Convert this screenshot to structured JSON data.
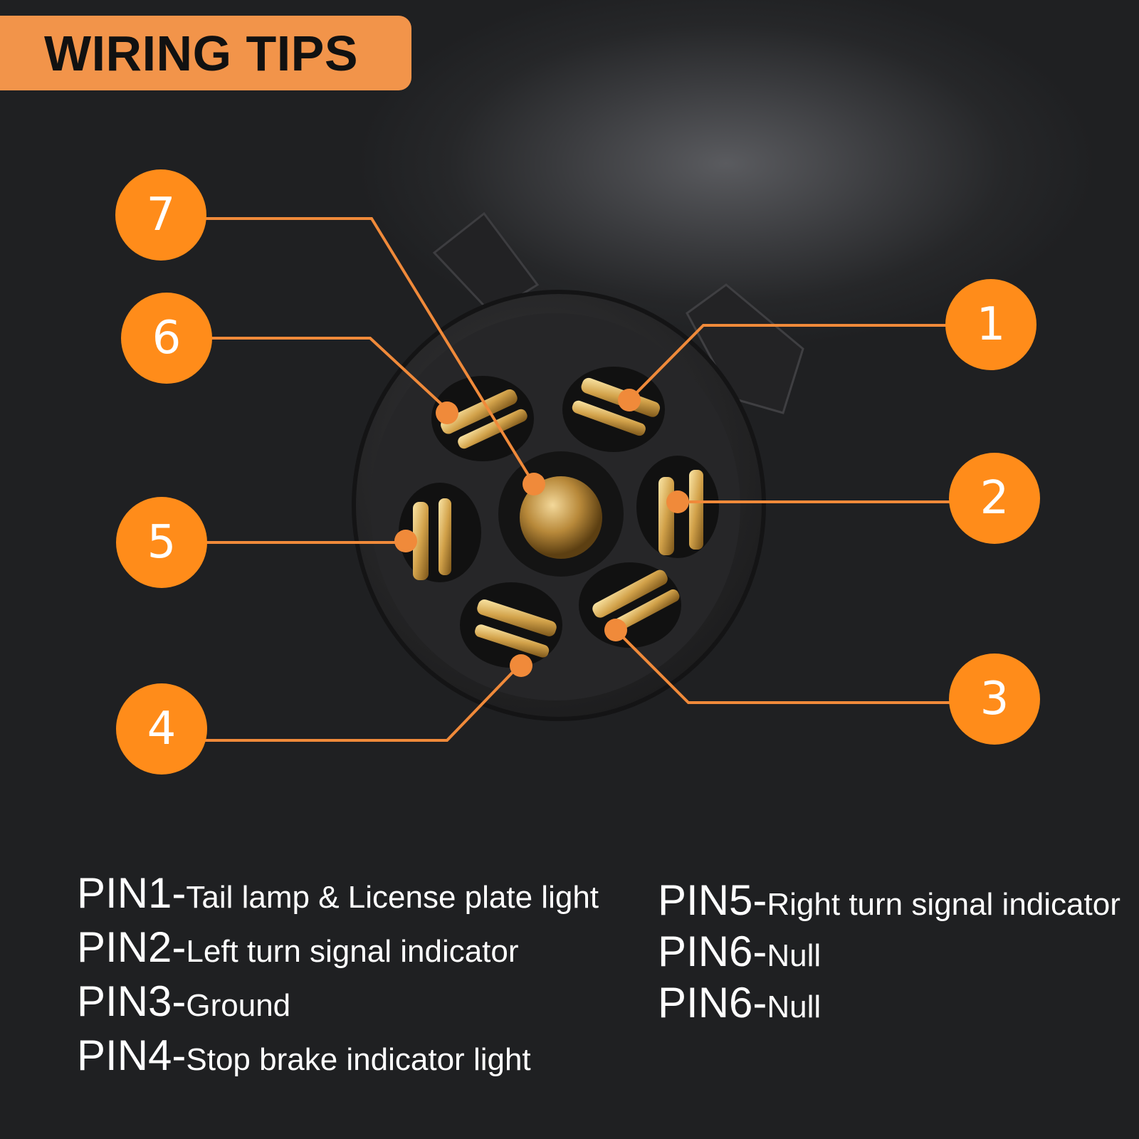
{
  "title": "WIRING TIPS",
  "colors": {
    "accent": "#ff8c1a",
    "title_bg": "#f2944a",
    "line": "#f08a3a",
    "text": "#ffffff"
  },
  "badges": [
    {
      "number": "7"
    },
    {
      "number": "6"
    },
    {
      "number": "5"
    },
    {
      "number": "4"
    },
    {
      "number": "1"
    },
    {
      "number": "2"
    },
    {
      "number": "3"
    }
  ],
  "legend": {
    "left": [
      {
        "pin": "PIN1-",
        "desc": "Tail lamp & License plate light"
      },
      {
        "pin": "PIN2-",
        "desc": "Left turn signal indicator"
      },
      {
        "pin": "PIN3-",
        "desc": "Ground"
      },
      {
        "pin": "PIN4-",
        "desc": "Stop brake indicator light"
      }
    ],
    "right": [
      {
        "pin": "PIN5-",
        "desc": "Right turn signal indicator"
      },
      {
        "pin": "PIN6-",
        "desc": "Null"
      },
      {
        "pin": "PIN6-",
        "desc": "Null"
      }
    ]
  }
}
